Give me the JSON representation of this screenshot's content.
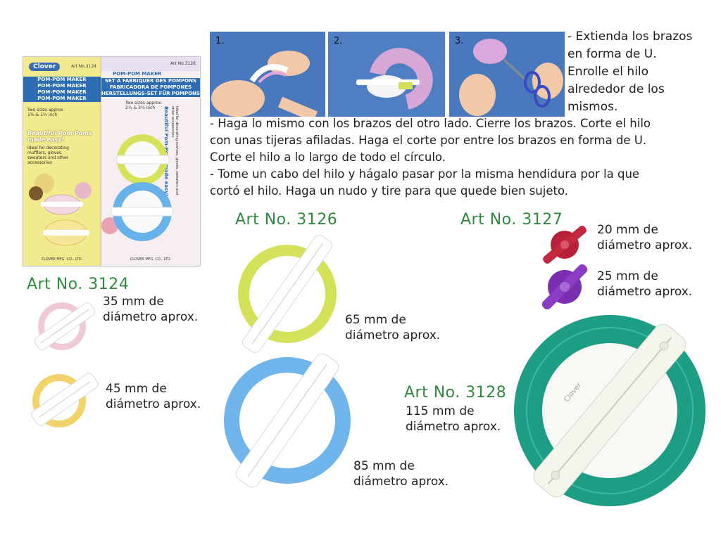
{
  "instructions": {
    "step_numbers": [
      "1.",
      "2.",
      "3."
    ],
    "side_lines": [
      "- Extienda los brazos",
      "en forma de U.",
      "Enrolle el hilo",
      "alrededor de los",
      "mismos."
    ],
    "lines": [
      "- Haga lo mismo con los brazos del otro lado. Cierre los brazos. Corte el hilo",
      "con unas tijeras afiladas. Haga el corte por entre los brazos en forma de U.",
      "Corte el hilo a lo largo de todo el círculo.",
      "- Tome un cabo del hilo y hágalo pasar por la misma hendidura por la que",
      "cortó el hilo. Haga un nudo y tire para que quede bien sujeto."
    ]
  },
  "packages": {
    "left": {
      "brand": "Clover",
      "art_no": "Art No.3124",
      "band_lines": [
        "POM-POM MAKER",
        "POM-POM MAKER",
        "POM-POM MAKER",
        "POM-POM MAKER"
      ],
      "sizes": "Two sizes approx. 1⅜ & 1¾ inch",
      "tagline": "Beautiful Pom-Poms made easy!",
      "desc": "Ideal for decorating mufflers, gloves, sweaters and other accessories",
      "footer": "CLOVER MFG. CO., LTD."
    },
    "right": {
      "title": "POM-POM MAKER",
      "art_no": "Art No.3126",
      "band_lines": [
        "SET À FABRIQUER DES POMPONS",
        "FABRICADORA DE POMPONES",
        "HERSTELLUNGS-SET FÜR POMPONS"
      ],
      "sizes": "Two sizes approx. 2½ & 3⅜ inch",
      "tagline": "Beautiful Pom-Poms made easy!",
      "desc": "Ideal for decorating scarves, gloves, sweaters and other accessories.",
      "footer": "CLOVER MFG. CO., LTD."
    }
  },
  "products": [
    {
      "art": "Art No. 3124",
      "captions": [
        "35 mm de|diámetro aprox.",
        "45 mm de|diámetro aprox."
      ]
    },
    {
      "art": "Art No. 3126",
      "captions": [
        "65 mm de|diámetro aprox.",
        "85 mm de|diámetro aprox."
      ]
    },
    {
      "art": "Art No. 3127",
      "captions": [
        "20 mm de|diámetro aprox.",
        "25 mm de|diámetro aprox."
      ]
    },
    {
      "art": "Art No. 3128",
      "captions": [
        "115 mm de|diámetro aprox."
      ]
    }
  ],
  "captions_flat": {
    "c3124a_1": "35 mm de",
    "c3124a_2": "diámetro aprox.",
    "c3124b_1": "45 mm de",
    "c3124b_2": "diámetro aprox.",
    "c3126a_1": "65 mm de",
    "c3126a_2": "diámetro aprox.",
    "c3126b_1": "85 mm de",
    "c3126b_2": "diámetro aprox.",
    "c3127a_1": "20 mm de",
    "c3127a_2": "diámetro aprox.",
    "c3127b_1": "25 mm de",
    "c3127b_2": "diámetro aprox.",
    "c3128_1": "115 mm de",
    "c3128_2": "diámetro aprox."
  },
  "dial": {
    "brand": "Clover"
  },
  "colors": {
    "title_green": "#2f8a3d",
    "photo_blue": "#3f6fb6",
    "pink": "#f0c9d6",
    "yellow": "#f2d36b",
    "lime": "#d4e25a",
    "sky": "#6fb4ea",
    "red": "#b8203a",
    "purple": "#7a2fb0",
    "teal": "#1d9e84"
  }
}
